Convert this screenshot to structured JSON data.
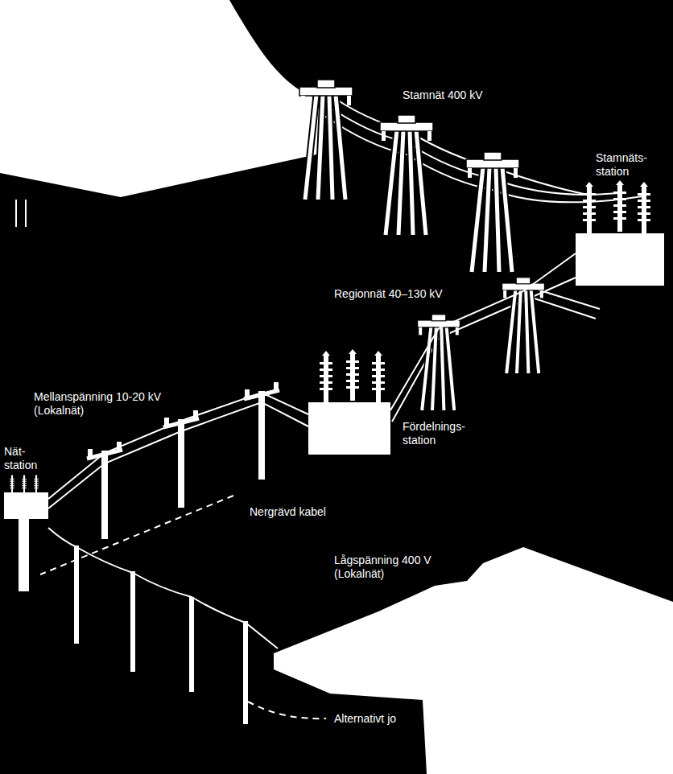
{
  "diagram": {
    "nodes": [
      {
        "text": [
          "Stamnäts- station"
        ]
      },
      {
        "text": [
          "Fördelnings- station"
        ]
      },
      {
        "text": [
          "Nät- station"
        ]
      }
    ],
    "edges": [
      {
        "from": 0,
        "to": 1,
        "arrow": "none",
        "label": "Regionnät 40–130 kV"
      },
      {
        "from": 1,
        "to": 2,
        "arrow": "none",
        "label": "Mellanspänning 10-20 kV (Lokalnät)"
      }
    ],
    "labels": [
      "Stamnät 400 kV",
      "Nergrävd kabel",
      "Lågspänning 400 V (Lokalnät)",
      "Alternativt jo"
    ]
  }
}
